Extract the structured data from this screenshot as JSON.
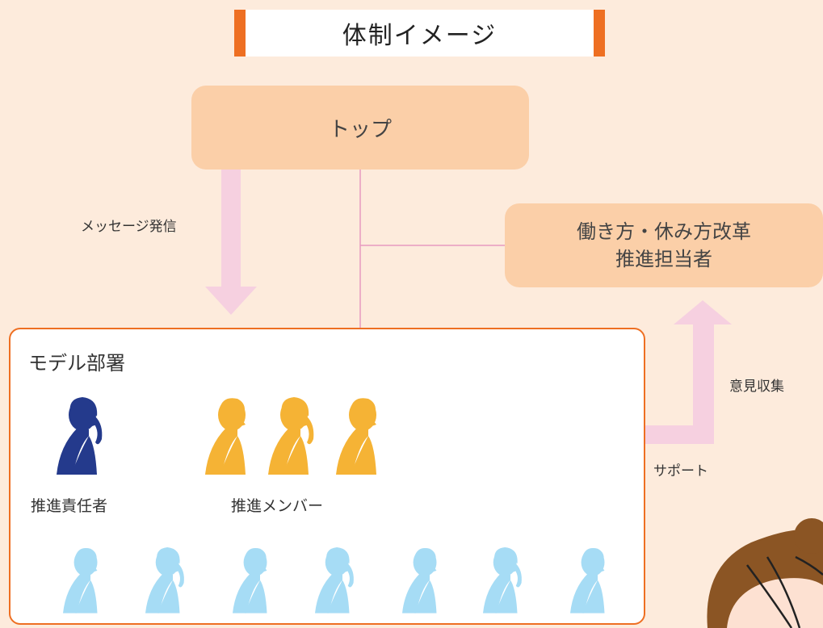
{
  "title": "体制イメージ",
  "top_box": {
    "label": "トップ"
  },
  "lead_box": {
    "line1": "働き方・休み方改革",
    "line2": "推進担当者"
  },
  "arrow_labels": {
    "message": "メッセージ発信",
    "feedback": "意見収集",
    "support": "サポート"
  },
  "model_dept": {
    "title": "モデル部署",
    "leader_label": "推進責任者",
    "members_label": "推進メンバー"
  },
  "colors": {
    "background": "#fdebdc",
    "accent_orange": "#ee6f22",
    "box_peach": "#fbcfa8",
    "arrow_pink": "#f6d0e0",
    "line_pink": "#e89ac0",
    "leader_navy": "#243a8c",
    "member_yellow": "#f5b335",
    "staff_blue": "#a6dcf5"
  }
}
